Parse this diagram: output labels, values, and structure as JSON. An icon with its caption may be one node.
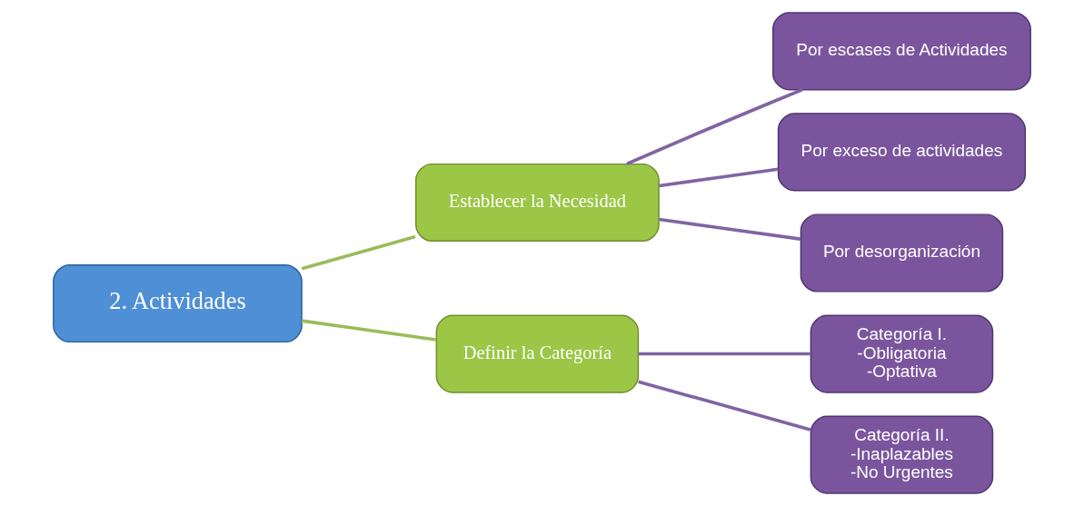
{
  "diagram": {
    "nodes": [
      {
        "text": [
          "2. Actividades"
        ]
      },
      {
        "text": [
          "Establecer la Necesidad"
        ]
      },
      {
        "text": [
          "Definir la Categoría"
        ]
      },
      {
        "text": [
          "Por escases de Actividades"
        ]
      },
      {
        "text": [
          "Por exceso de actividades"
        ]
      },
      {
        "text": [
          "Por desorganización"
        ]
      },
      {
        "text": [
          "Categoría I.",
          "-Obligatoria",
          "-Optativa"
        ]
      },
      {
        "text": [
          "Categoría II.",
          "-Inaplazables",
          "-No Urgentes"
        ]
      }
    ],
    "edges": [
      {
        "from": 0,
        "to": 1,
        "arrow": "none",
        "color": "#9bbb59"
      },
      {
        "from": 0,
        "to": 2,
        "arrow": "none",
        "color": "#9bbb59"
      },
      {
        "from": 1,
        "to": 3,
        "arrow": "none"
      },
      {
        "from": 1,
        "to": 4,
        "arrow": "none"
      },
      {
        "from": 1,
        "to": 5,
        "arrow": "none"
      },
      {
        "from": 2,
        "to": 6,
        "arrow": "none"
      },
      {
        "from": 2,
        "to": 7,
        "arrow": "none"
      }
    ]
  }
}
